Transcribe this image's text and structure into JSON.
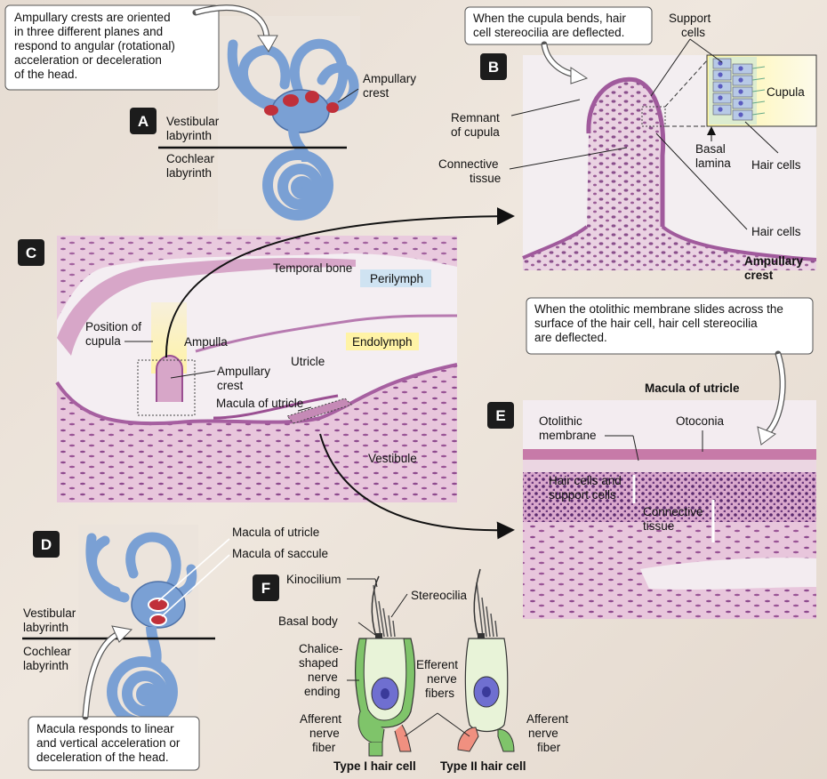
{
  "panels": {
    "A": {
      "badge": "A",
      "callout": [
        "Ampullary crests are oriented",
        "in three different planes and",
        "respond to angular (rotational)",
        "acceleration or deceleration",
        "of the head."
      ],
      "vestibular": [
        "Vestibular",
        "labyrinth"
      ],
      "cochlear": [
        "Cochlear",
        "labyrinth"
      ],
      "ampullary_crest": [
        "Ampullary",
        "crest"
      ]
    },
    "B": {
      "badge": "B",
      "callout": [
        "When the cupula bends, hair",
        "cell stereocilia are deflected."
      ],
      "support_cells": [
        "Support",
        "cells"
      ],
      "cupula": "Cupula",
      "remnant": [
        "Remnant",
        "of cupula"
      ],
      "connective": [
        "Connective",
        "tissue"
      ],
      "basal_lamina": [
        "Basal",
        "lamina"
      ],
      "hair_cells_inset": "Hair cells",
      "hair_cells": "Hair cells",
      "title": [
        "Ampullary",
        "crest"
      ]
    },
    "C": {
      "badge": "C",
      "temporal_bone": "Temporal bone",
      "perilymph": "Perilymph",
      "position_cupula": [
        "Position of",
        "cupula"
      ],
      "ampulla": "Ampulla",
      "endolymph": "Endolymph",
      "utricle": "Utricle",
      "ampullary_crest": [
        "Ampullary",
        "crest"
      ],
      "macula_utricle": "Macula of utricle",
      "vestibule": "Vestibule"
    },
    "D": {
      "badge": "D",
      "macula_utricle": "Macula of utricle",
      "macula_saccule": "Macula of saccule",
      "vestibular": [
        "Vestibular",
        "labyrinth"
      ],
      "cochlear": [
        "Cochlear",
        "labyrinth"
      ],
      "callout": [
        "Macula responds to linear",
        "and vertical acceleration or",
        "deceleration of the head."
      ]
    },
    "E": {
      "badge": "E",
      "callout": [
        "When the otolithic membrane slides across the",
        "surface of the hair cell, hair cell stereocilia",
        "are deflected."
      ],
      "title": "Macula of utricle",
      "otolithic": [
        "Otolithic",
        "membrane"
      ],
      "otoconia": "Otoconia",
      "hair_support": [
        "Hair cells and",
        "support cells"
      ],
      "connective": [
        "Connective",
        "tissue"
      ]
    },
    "F": {
      "badge": "F",
      "kinocilium": "Kinocilium",
      "stereocilia": "Stereocilia",
      "basal_body": "Basal body",
      "chalice": [
        "Chalice-",
        "shaped",
        "nerve",
        "ending"
      ],
      "efferent": [
        "Efferent",
        "nerve",
        "fibers"
      ],
      "afferent_left": [
        "Afferent",
        "nerve",
        "fiber"
      ],
      "afferent_right": [
        "Afferent",
        "nerve",
        "fiber"
      ],
      "type1": "Type I hair cell",
      "type2": "Type II hair cell"
    }
  },
  "colors": {
    "labyrinth": "#7aa0d4",
    "crest_red": "#c0303a",
    "histology_pink": "#e6bfd6",
    "cupula_yellow": "#fff3a6",
    "perilymph_blue": "#cfe3f2",
    "nerve_green": "#7fc46a",
    "nerve_salmon": "#f09080",
    "hair_cell": "#e8f3d8",
    "nucleus": "#6f6fd0"
  }
}
